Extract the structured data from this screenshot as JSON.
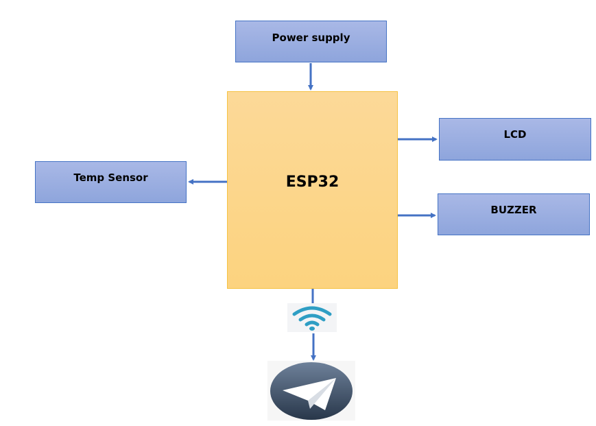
{
  "diagram": {
    "title": "",
    "blocks": {
      "power_supply": "Power supply",
      "esp32": "ESP32",
      "temp_sensor": "Temp Sensor",
      "lcd": "LCD",
      "buzzer": "BUZZER"
    },
    "icons": {
      "wifi": "wifi-icon",
      "telegram": "telegram-icon"
    },
    "connections": [
      {
        "from": "Power supply",
        "to": "ESP32"
      },
      {
        "from": "ESP32",
        "to": "Temp Sensor"
      },
      {
        "from": "ESP32",
        "to": "LCD"
      },
      {
        "from": "ESP32",
        "to": "BUZZER"
      },
      {
        "from": "ESP32",
        "to": "WiFi"
      },
      {
        "from": "WiFi",
        "to": "Telegram"
      }
    ],
    "colors": {
      "block_blue": "#9bb0e1",
      "block_blue_border": "#4472c4",
      "esp_fill": "#fcd68c",
      "esp_border": "#f5c242",
      "arrow": "#4472c4",
      "wifi": "#2e9ec4",
      "telegram_bg": "#3c4f66"
    }
  }
}
